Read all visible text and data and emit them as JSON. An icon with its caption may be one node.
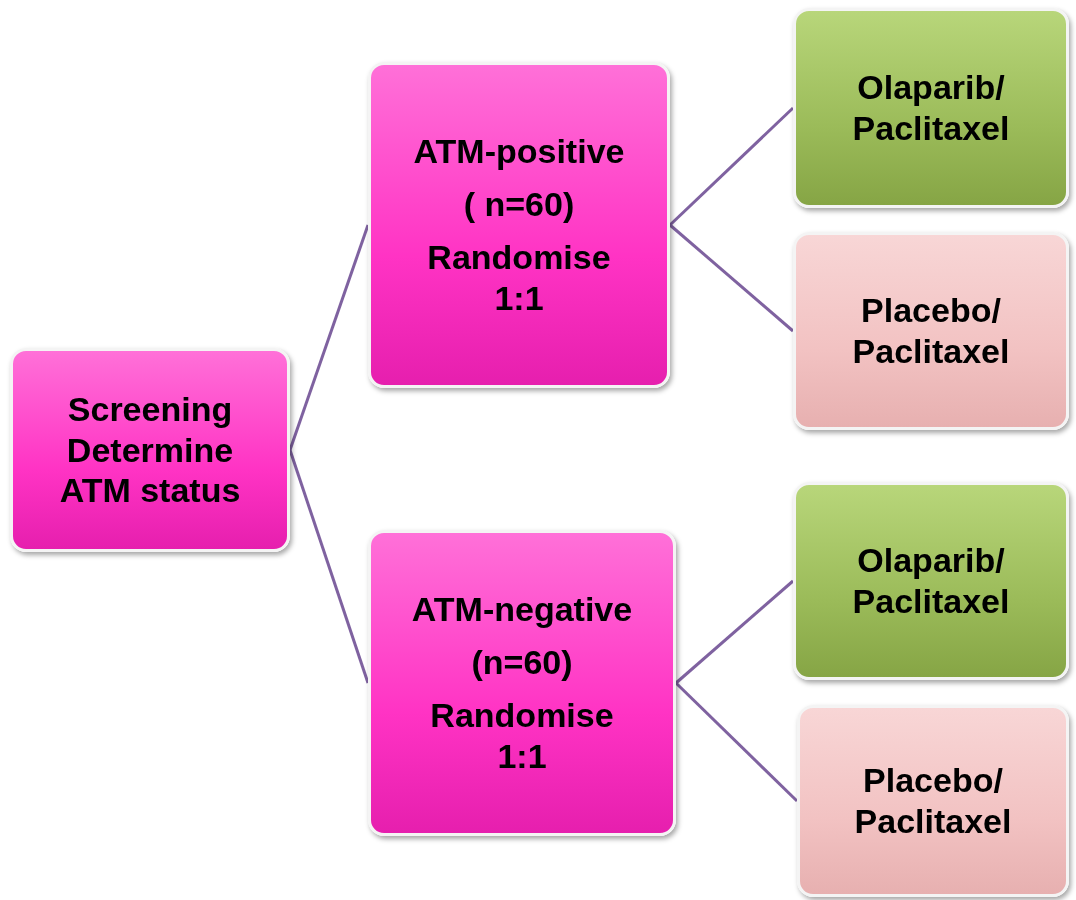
{
  "diagram": {
    "nodes": [
      {
        "text": [
          "Screening",
          "Determine ATM status"
        ]
      },
      {
        "text": [
          "ATM-positive",
          "( n=60)",
          "Randomise 1:1"
        ]
      },
      {
        "text": [
          "Olaparib/ Paclitaxel"
        ]
      },
      {
        "text": [
          "Placebo/ Paclitaxel"
        ]
      },
      {
        "text": [
          "ATM-negative",
          "(n=60)",
          "Randomise 1:1"
        ]
      },
      {
        "text": [
          "Olaparib/ Paclitaxel"
        ]
      },
      {
        "text": [
          "Placebo/ Paclitaxel"
        ]
      }
    ],
    "edges": [
      {
        "from": 0,
        "to": 1,
        "arrow": "none"
      },
      {
        "from": 0,
        "to": 4,
        "arrow": "none"
      },
      {
        "from": 1,
        "to": 2,
        "arrow": "none"
      },
      {
        "from": 1,
        "to": 3,
        "arrow": "none"
      },
      {
        "from": 4,
        "to": 5,
        "arrow": "none"
      },
      {
        "from": 4,
        "to": 6,
        "arrow": "none"
      }
    ]
  }
}
